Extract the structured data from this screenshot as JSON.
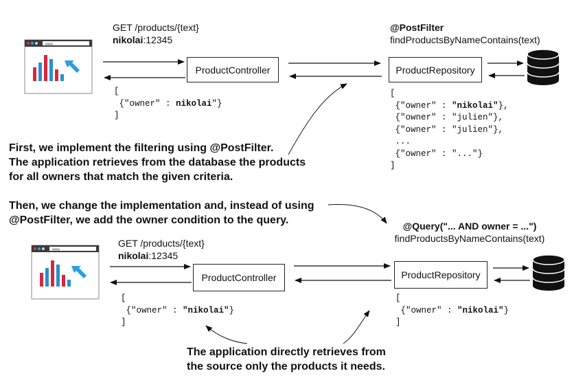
{
  "top": {
    "request": {
      "method_path": "GET /products/{text}",
      "user_bold": "nikolai",
      "user_rest": ":12345"
    },
    "controller_label": "ProductController",
    "annotation_title": "@PostFilter",
    "annotation_method": "findProductsByNameContains(text)",
    "repository_label": "ProductRepository",
    "response_lines": [
      "[",
      " {\"owner\" : ",
      "nikolai",
      "\"}",
      "]"
    ],
    "repo_result": {
      "open": "[",
      "rows": [
        {
          "pre": " {\"owner\" : ",
          "val": "\"nikolai\"",
          "post": "},",
          "bold": true
        },
        {
          "pre": " {\"owner\" : ",
          "val": "\"julien\"",
          "post": "},",
          "bold": false
        },
        {
          "pre": " {\"owner\" : ",
          "val": "\"julien\"",
          "post": "},",
          "bold": false
        },
        {
          "pre": " ...",
          "val": "",
          "post": "",
          "bold": false
        },
        {
          "pre": " {\"owner\" : ",
          "val": "\"...\"",
          "post": "}",
          "bold": false
        }
      ],
      "close": "]"
    }
  },
  "notes": {
    "first": [
      "First, we implement the filtering using @PostFilter.",
      "The application retrieves from the database the products",
      "for all owners that match the given criteria."
    ],
    "then": [
      "Then, we change the implementation and, instead of using",
      "@PostFilter, we add the owner condition to the query."
    ],
    "direct": [
      "The application directly retrieves from",
      "the source only the products it needs."
    ]
  },
  "bottom": {
    "request": {
      "method_path": "GET /products/{text}",
      "user_bold": "nikolai",
      "user_rest": ":12345"
    },
    "controller_label": "ProductController",
    "annotation_title": "@Query(\"... AND owner = ...\")",
    "annotation_method": "findProductsByNameContains(text)",
    "repository_label": "ProductRepository",
    "response": {
      "open": "[",
      "pre": " {\"owner\" : ",
      "val": "\"nikolai\"",
      "post": "}",
      "close": "]"
    },
    "repo_result": {
      "open": "[",
      "pre": " {\"owner\" : ",
      "val": "\"nikolai\"",
      "post": "}",
      "close": "]"
    }
  },
  "browser_url": "www."
}
